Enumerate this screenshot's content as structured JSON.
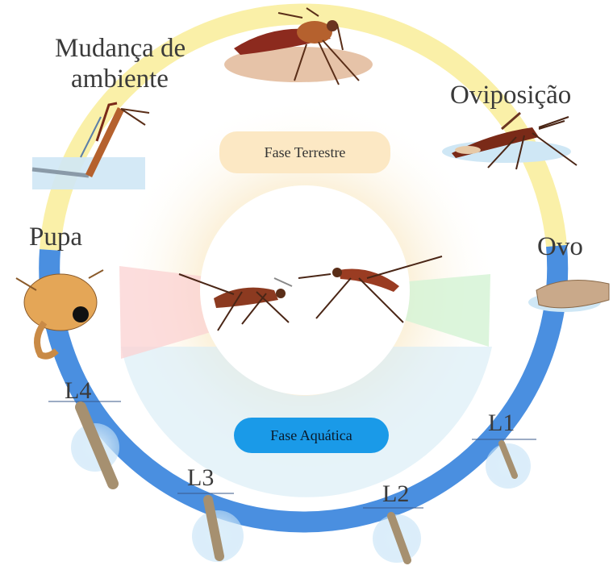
{
  "stages": {
    "mudanca_line1": "Mudança de",
    "mudanca_line2": "ambiente",
    "oviposicao": "Oviposição",
    "ovo": "Ovo",
    "pupa": "Pupa",
    "l1": "L1",
    "l2": "L2",
    "l3": "L3",
    "l4": "L4"
  },
  "phases": {
    "terrestre": "Fase Terrestre",
    "aquatica": "Fase Aquática"
  },
  "colors": {
    "terrestrial_ring": "#faf0a8",
    "aquatic_ring": "#4a8fe0",
    "terrestrial_pill": "#fce8c4",
    "aquatic_pill": "#1a9ae8",
    "text": "#3a3a3a"
  }
}
